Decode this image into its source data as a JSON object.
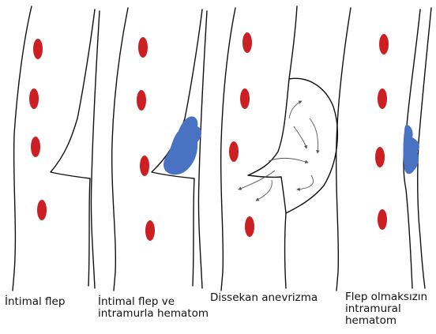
{
  "colors": {
    "wall": "#111111",
    "red_blood_cell": "#cc1f24",
    "hematoma": "#4a72c2",
    "flow_arrow": "#555555",
    "background": "#ffffff"
  },
  "panels": [
    {
      "caption_lines": [
        "İntimal flep"
      ],
      "contents": [
        "red-blood-cells",
        "intimal-flap"
      ]
    },
    {
      "caption_lines": [
        "İntimal flep ve",
        "intramurla hematom"
      ],
      "contents": [
        "red-blood-cells",
        "intimal-flap",
        "hematoma"
      ]
    },
    {
      "caption_lines": [
        "Dissekan anevrizma"
      ],
      "contents": [
        "red-blood-cells",
        "intimal-flap",
        "aneurysm-sac",
        "flow-arrows"
      ]
    },
    {
      "caption_lines": [
        "Flep olmaksızın",
        "intramural",
        "hematom"
      ],
      "contents": [
        "red-blood-cells",
        "hematoma"
      ]
    }
  ]
}
